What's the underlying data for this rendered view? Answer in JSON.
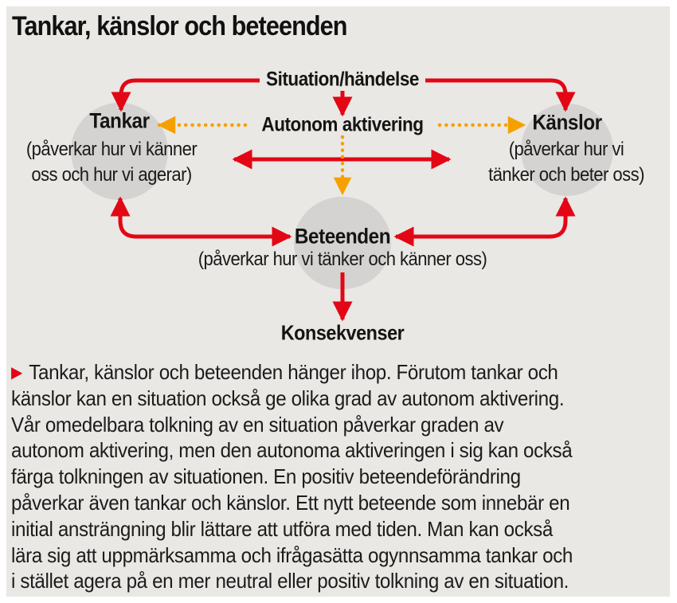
{
  "title": "Tankar, känslor och beteenden",
  "colors": {
    "arrow_red": "#e30615",
    "arrow_orange": "#f6a000",
    "panel_background": "#e9e8e5",
    "circle_gray": "#d4d3d1",
    "text": "#1a1a1a"
  },
  "diagram": {
    "situation": "Situation/händelse",
    "autonom": "Autonom aktivering",
    "tankar": {
      "title": "Tankar",
      "sub": [
        "(påverkar hur vi känner",
        "oss och hur vi agerar)"
      ]
    },
    "kanslor": {
      "title": "Känslor",
      "sub": [
        "(påverkar hur vi",
        "tänker och beter oss)"
      ]
    },
    "beteenden": {
      "title": "Beteenden",
      "sub": [
        "(påverkar hur vi tänker och känner oss)"
      ]
    },
    "konsekvenser": "Konsekvenser"
  },
  "body": {
    "pointer_icon": "▶",
    "lines": [
      "Tankar, känslor och beteenden hänger ihop. Förutom tankar och",
      "känslor kan en situation också ge olika grad av autonom aktivering.",
      "Vår omedelbara tolkning av en situation påverkar graden av",
      "autonom aktivering, men den autonoma aktiveringen i sig kan också",
      "färga tolkningen av situationen. En positiv beteendeförändring",
      "påverkar även tankar och känslor. Ett nytt beteende som innebär en",
      "initial ansträngning blir lättare att utföra med tiden. Man kan också",
      "lära sig att uppmärksamma och ifrågasätta ogynnsamma tankar och",
      "i stället agera på en mer neutral eller positiv tolkning av en situation."
    ]
  }
}
